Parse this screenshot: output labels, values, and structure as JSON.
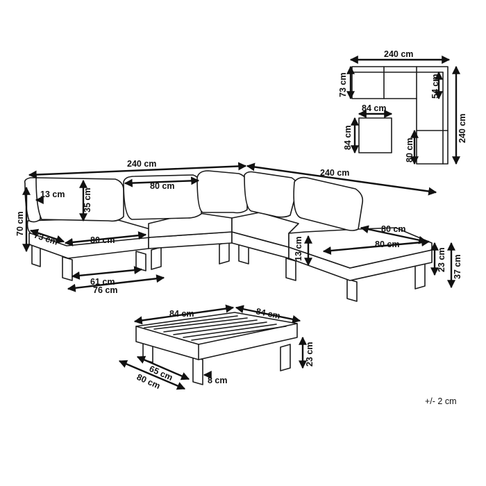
{
  "diagram": {
    "colors": {
      "line": "#1a1a1a",
      "background": "#ffffff"
    },
    "tolerance_note": "+/- 2 cm",
    "plan_view": {
      "width": "240 cm",
      "depth": "73 cm",
      "seat_depth": "54 cm",
      "side_length": "240 cm",
      "corner_module": "80 cm",
      "table_width": "84 cm",
      "table_depth": "84 cm"
    },
    "sofa": {
      "total_width": "240 cm",
      "side_width": "240 cm",
      "height": "70 cm",
      "arm_width": "13 cm",
      "backrest_height": "35 cm",
      "cushion_width": "80 cm",
      "seat_depth": "73 cm",
      "module_width": "80 cm",
      "leg_inner": "61 cm",
      "leg_outer": "76 cm",
      "lounger_width": "80 cm",
      "lounger_depth": "80 cm",
      "frame_height": "13 cm",
      "seat_height": "23 cm",
      "total_seat_height": "37 cm"
    },
    "table": {
      "width": "84 cm",
      "depth": "84 cm",
      "height": "23 cm",
      "inner_depth": "65 cm",
      "outer_depth": "80 cm",
      "leg_width": "8 cm"
    }
  }
}
